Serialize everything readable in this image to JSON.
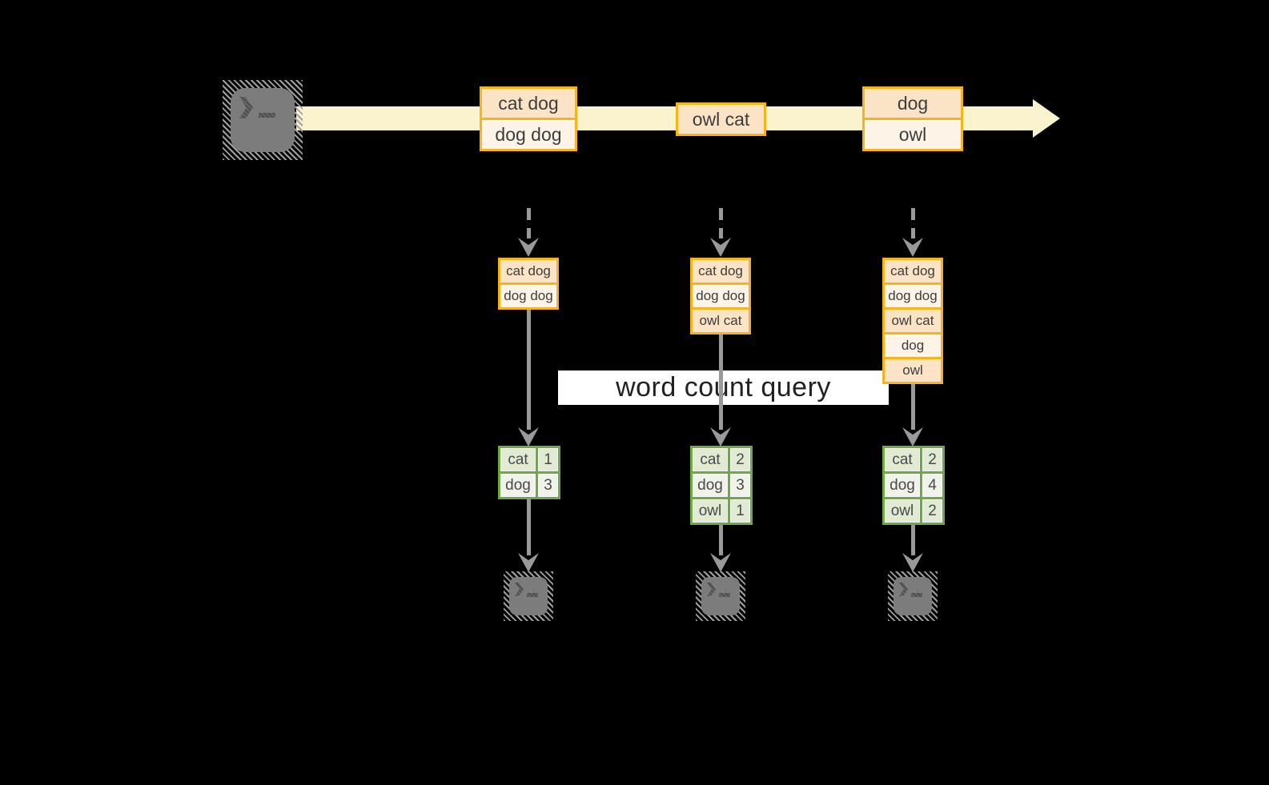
{
  "query_label": "word count query",
  "stream": {
    "events": [
      {
        "lines": [
          "cat dog",
          "dog dog"
        ]
      },
      {
        "lines": [
          "owl cat"
        ]
      },
      {
        "lines": [
          "dog",
          "owl"
        ]
      }
    ]
  },
  "columns": [
    {
      "buffer": [
        "cat dog",
        "dog dog"
      ],
      "counts": [
        {
          "word": "cat",
          "count": "1"
        },
        {
          "word": "dog",
          "count": "3"
        }
      ]
    },
    {
      "buffer": [
        "cat dog",
        "dog dog",
        "owl cat"
      ],
      "counts": [
        {
          "word": "cat",
          "count": "2"
        },
        {
          "word": "dog",
          "count": "3"
        },
        {
          "word": "owl",
          "count": "1"
        }
      ]
    },
    {
      "buffer": [
        "cat dog",
        "dog dog",
        "owl cat",
        "dog",
        "owl"
      ],
      "counts": [
        {
          "word": "cat",
          "count": "2"
        },
        {
          "word": "dog",
          "count": "4"
        },
        {
          "word": "owl",
          "count": "2"
        }
      ]
    }
  ],
  "icons": {
    "source": "terminal-icon",
    "sinks": [
      "terminal-icon",
      "terminal-icon",
      "terminal-icon"
    ]
  },
  "colors": {
    "background": "#000000",
    "stream_band": "#FBF2CE",
    "event_border": "#F2B51D",
    "event_fill_dark": "#FBE3C6",
    "event_fill_light": "#FDF3E6",
    "table_border": "#70A747",
    "table_fill_dark": "#E1EBD3",
    "table_fill_light": "#EFF3EA",
    "arrow_gray": "#999999",
    "terminal_gray": "#7C7C7C"
  }
}
